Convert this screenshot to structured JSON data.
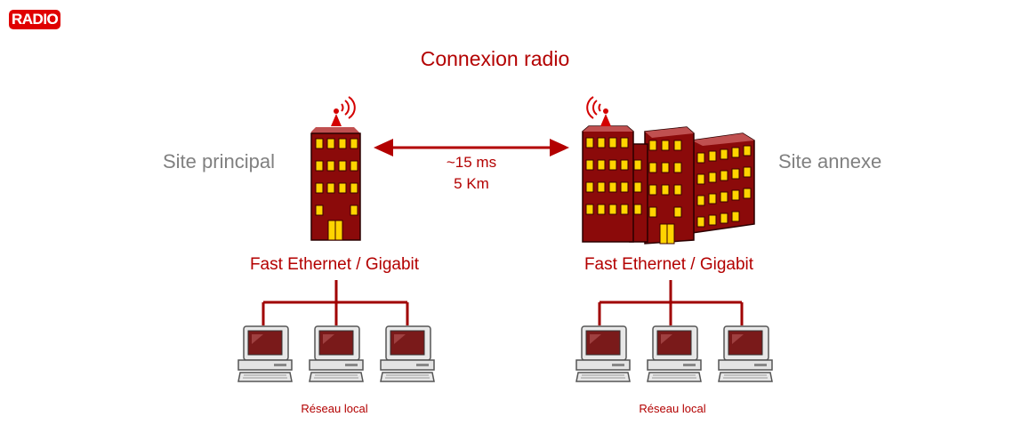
{
  "badge": "RADIO",
  "title": "Connexion radio",
  "link": {
    "latency": "~15 ms",
    "distance": "5 Km"
  },
  "sites": {
    "left": {
      "name": "Site principal",
      "network_label": "Fast Ethernet / Gigabit",
      "lan_label": "Réseau local"
    },
    "right": {
      "name": "Site annexe",
      "network_label": "Fast Ethernet / Gigabit",
      "lan_label": "Réseau local"
    }
  },
  "colors": {
    "accent": "#b30000",
    "badge": "#e00000",
    "site_text": "#808080",
    "building": "#8b0a0a",
    "window": "#ffd400"
  },
  "icons": [
    "radio-antenna-icon",
    "building-icon",
    "computer-icon",
    "double-arrow-icon"
  ]
}
